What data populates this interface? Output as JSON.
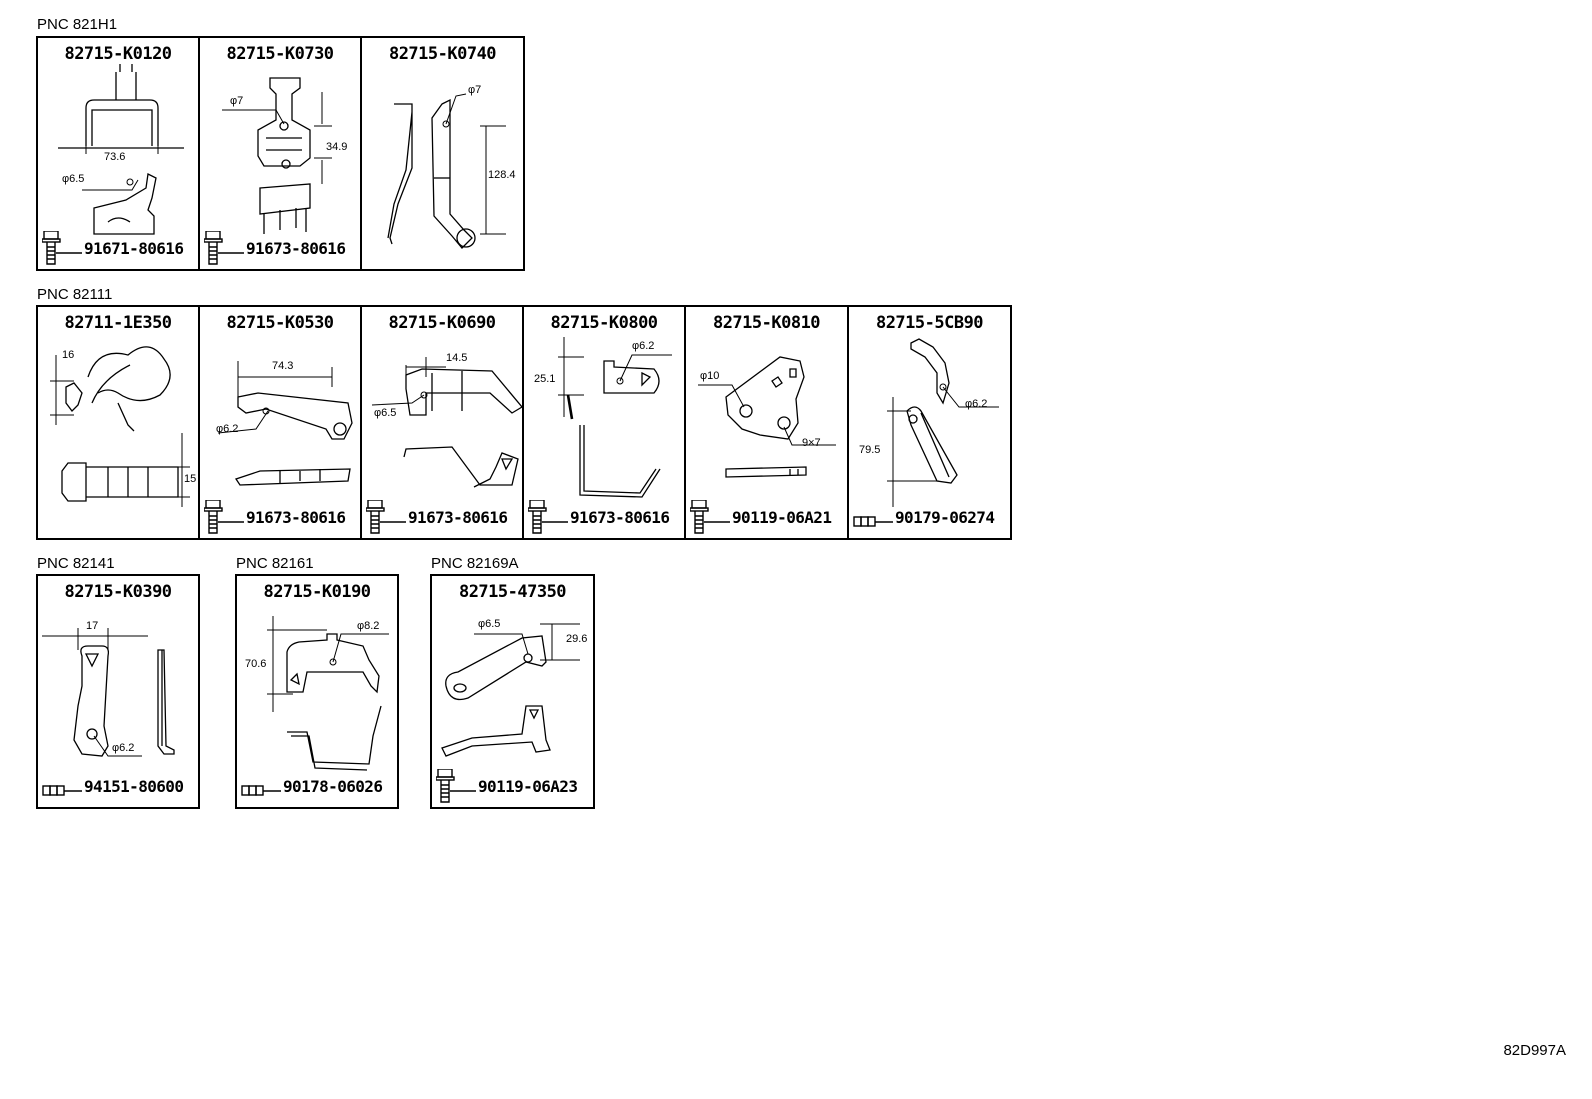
{
  "groups": [
    {
      "pnc": "PNC 821H1",
      "cells": [
        {
          "part": "82715-K0120",
          "fastener": "91671-80616",
          "fastener_icon": "bolt-icon",
          "dims": [
            "73.6",
            "φ6.5"
          ]
        },
        {
          "part": "82715-K0730",
          "fastener": "91673-80616",
          "fastener_icon": "bolt-icon",
          "dims": [
            "φ7",
            "34.9"
          ]
        },
        {
          "part": "82715-K0740",
          "fastener": "",
          "fastener_icon": "",
          "dims": [
            "φ7",
            "128.4"
          ]
        }
      ]
    },
    {
      "pnc": "PNC 82111",
      "cells": [
        {
          "part": "82711-1E350",
          "fastener": "",
          "fastener_icon": "",
          "dims": [
            "16",
            "15"
          ]
        },
        {
          "part": "82715-K0530",
          "fastener": "91673-80616",
          "fastener_icon": "bolt-icon",
          "dims": [
            "74.3",
            "φ6.2"
          ]
        },
        {
          "part": "82715-K0690",
          "fastener": "91673-80616",
          "fastener_icon": "bolt-icon",
          "dims": [
            "14.5",
            "φ6.5"
          ]
        },
        {
          "part": "82715-K0800",
          "fastener": "91673-80616",
          "fastener_icon": "bolt-icon",
          "dims": [
            "φ6.2",
            "25.1"
          ]
        },
        {
          "part": "82715-K0810",
          "fastener": "90119-06A21",
          "fastener_icon": "bolt-icon",
          "dims": [
            "φ10",
            "9×7"
          ]
        },
        {
          "part": "82715-5CB90",
          "fastener": "90179-06274",
          "fastener_icon": "nut-icon",
          "dims": [
            "φ6.2",
            "79.5"
          ]
        }
      ]
    },
    {
      "pnc": "PNC 82141",
      "cells": [
        {
          "part": "82715-K0390",
          "fastener": "94151-80600",
          "fastener_icon": "nut-icon",
          "dims": [
            "17",
            "φ6.2"
          ]
        }
      ]
    },
    {
      "pnc": "PNC 82161",
      "cells": [
        {
          "part": "82715-K0190",
          "fastener": "90178-06026",
          "fastener_icon": "nut-icon",
          "dims": [
            "φ8.2",
            "70.6"
          ]
        }
      ]
    },
    {
      "pnc": "PNC 82169A",
      "cells": [
        {
          "part": "82715-47350",
          "fastener": "90119-06A23",
          "fastener_icon": "bolt-icon",
          "dims": [
            "φ6.5",
            "29.6"
          ]
        }
      ]
    }
  ],
  "reference": "82D997A"
}
